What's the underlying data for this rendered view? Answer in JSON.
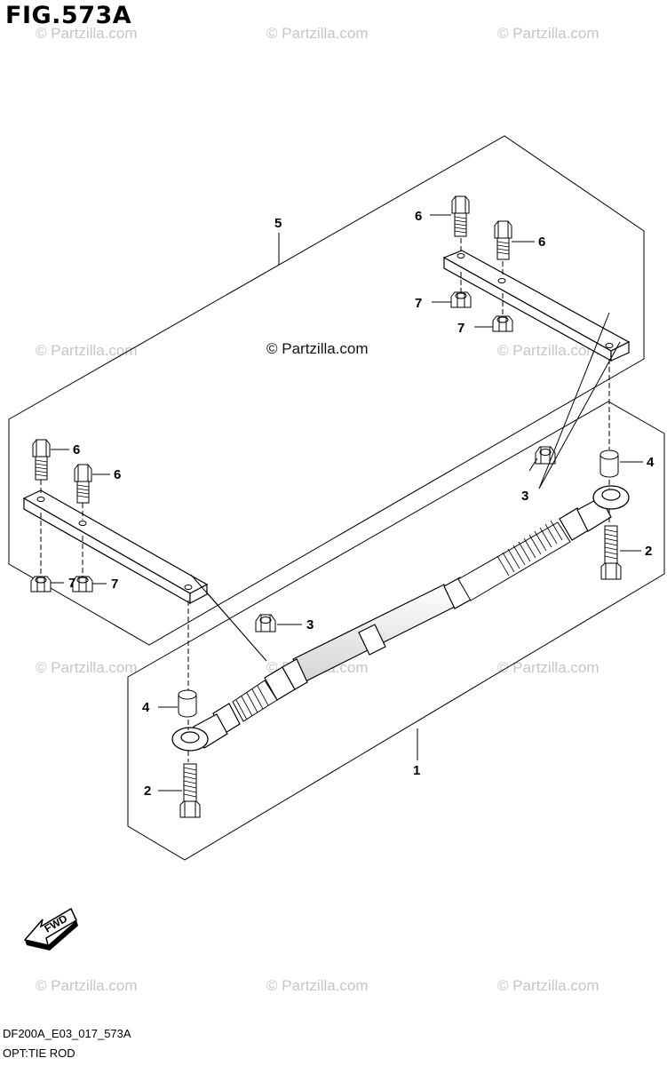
{
  "title": "FIG.573A",
  "watermark": "© Partzilla.com",
  "center_watermark": "© Partzilla.com",
  "diagram_code": "DF200A_E03_017_573A",
  "subtitle": "OPT:TIE ROD",
  "fwd_label": "FWD",
  "callouts": {
    "c1": "1",
    "c2a": "2",
    "c2b": "2",
    "c3a": "3",
    "c3b": "3",
    "c4a": "4",
    "c4b": "4",
    "c5": "5",
    "c6a": "6",
    "c6b": "6",
    "c6c": "6",
    "c6d": "6",
    "c7a": "7",
    "c7b": "7",
    "c7c": "7",
    "c7d": "7"
  }
}
